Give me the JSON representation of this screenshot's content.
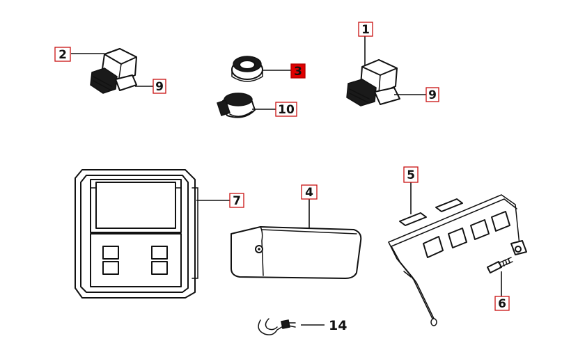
{
  "callouts": [
    {
      "id": "2",
      "label": "2"
    },
    {
      "id": "9a",
      "label": "9"
    },
    {
      "id": "3",
      "label": "3"
    },
    {
      "id": "10",
      "label": "10"
    },
    {
      "id": "1",
      "label": "1"
    },
    {
      "id": "9b",
      "label": "9"
    },
    {
      "id": "7",
      "label": "7"
    },
    {
      "id": "4",
      "label": "4"
    },
    {
      "id": "5",
      "label": "5"
    },
    {
      "id": "6",
      "label": "6"
    },
    {
      "id": "14",
      "label": "14"
    }
  ],
  "highlight_color": "#e00000",
  "box_border_color": "#c81010"
}
